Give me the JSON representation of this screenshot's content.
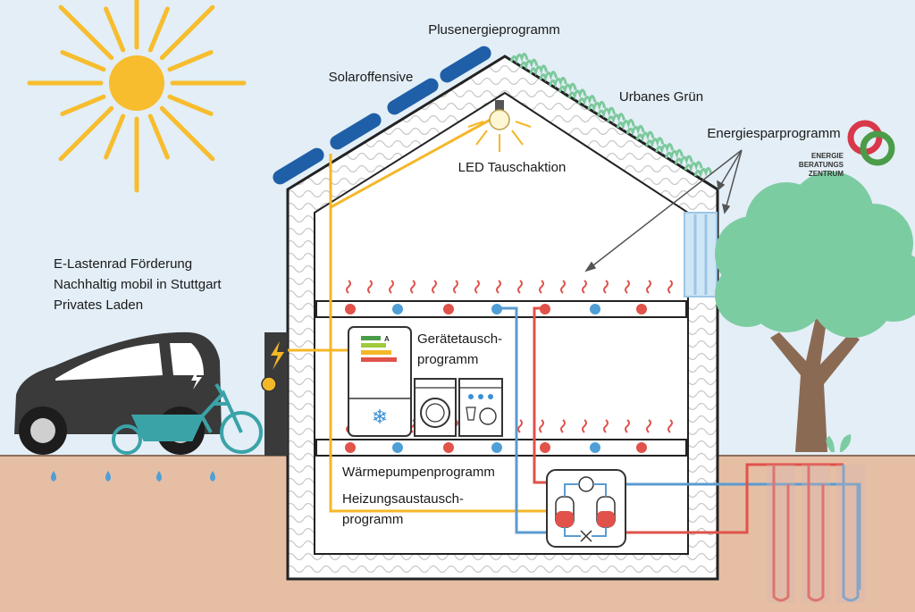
{
  "labels": {
    "plus": "Plusenergieprogramm",
    "solar": "Solaroffensive",
    "green": "Urbanes Grün",
    "led": "LED Tauschaktion",
    "energy_save": "Energiesparprogramm",
    "ebz1": "ENERGIE",
    "ebz2": "BERATUNGS",
    "ebz3": "ZENTRUM",
    "cargo": "E-Lastenrad Förderung",
    "mobil": "Nachhaltig mobil in Stuttgart",
    "laden": "Privates Laden",
    "geraete1": "Gerätetausch-",
    "geraete2": "programm",
    "waerme": "Wärmepumpenprogramm",
    "heizung1": "Heizungsaustausch-",
    "heizung2": "programm",
    "energy_class": "A"
  },
  "icons": [
    "sun-icon",
    "solar-panel-icon",
    "bulb-icon",
    "car-icon",
    "cargo-bike-icon",
    "charger-icon",
    "fridge-icon",
    "washing-machine-icon",
    "dishwasher-icon",
    "heat-pump-icon",
    "tree-icon",
    "ebz-logo-icon",
    "window-icon"
  ],
  "colors": {
    "sky": "#e3eef6",
    "ground": "#e6bea3",
    "sun": "#f7bd2e",
    "solar_panel": "#1f5fa8",
    "roof_green": "#7cc99c",
    "tree": "#7ccca2",
    "trunk": "#8b6a54",
    "warm_pipe": "#e0524a",
    "cold_pipe": "#5b9bd0",
    "power_line": "#f4b728",
    "car": "#3a3a3a",
    "bike": "#3aa3a8",
    "logo_red": "#d8384a",
    "logo_green": "#4a9c48"
  }
}
